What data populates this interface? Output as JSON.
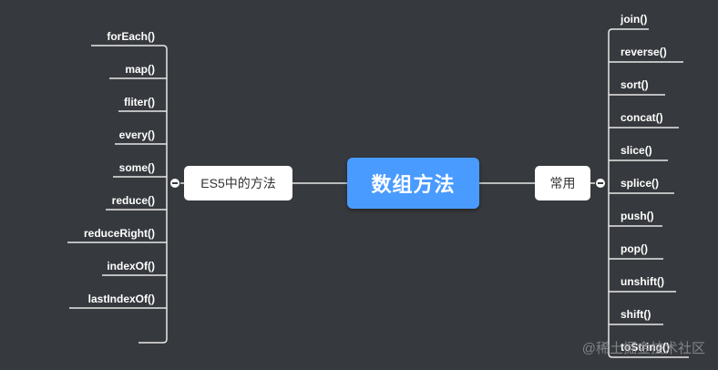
{
  "root": {
    "label": "数组方法"
  },
  "left_branch": {
    "label": "ES5中的方法",
    "items": [
      "forEach()",
      "map()",
      "fliter()",
      "every()",
      "some()",
      "reduce()",
      "reduceRight()",
      "indexOf()",
      "lastIndexOf()",
      ""
    ]
  },
  "right_branch": {
    "label": "常用",
    "items": [
      "join()",
      "reverse()",
      "sort()",
      "concat()",
      "slice()",
      "splice()",
      "push()",
      "pop()",
      "unshift()",
      "shift()",
      "toString()"
    ]
  },
  "watermark": "@稀土掘金技术社区",
  "colors": {
    "background": "#36393d",
    "root_fill": "#4a9bff",
    "branch_fill": "#ffffff",
    "line": "#e8e8e8"
  }
}
